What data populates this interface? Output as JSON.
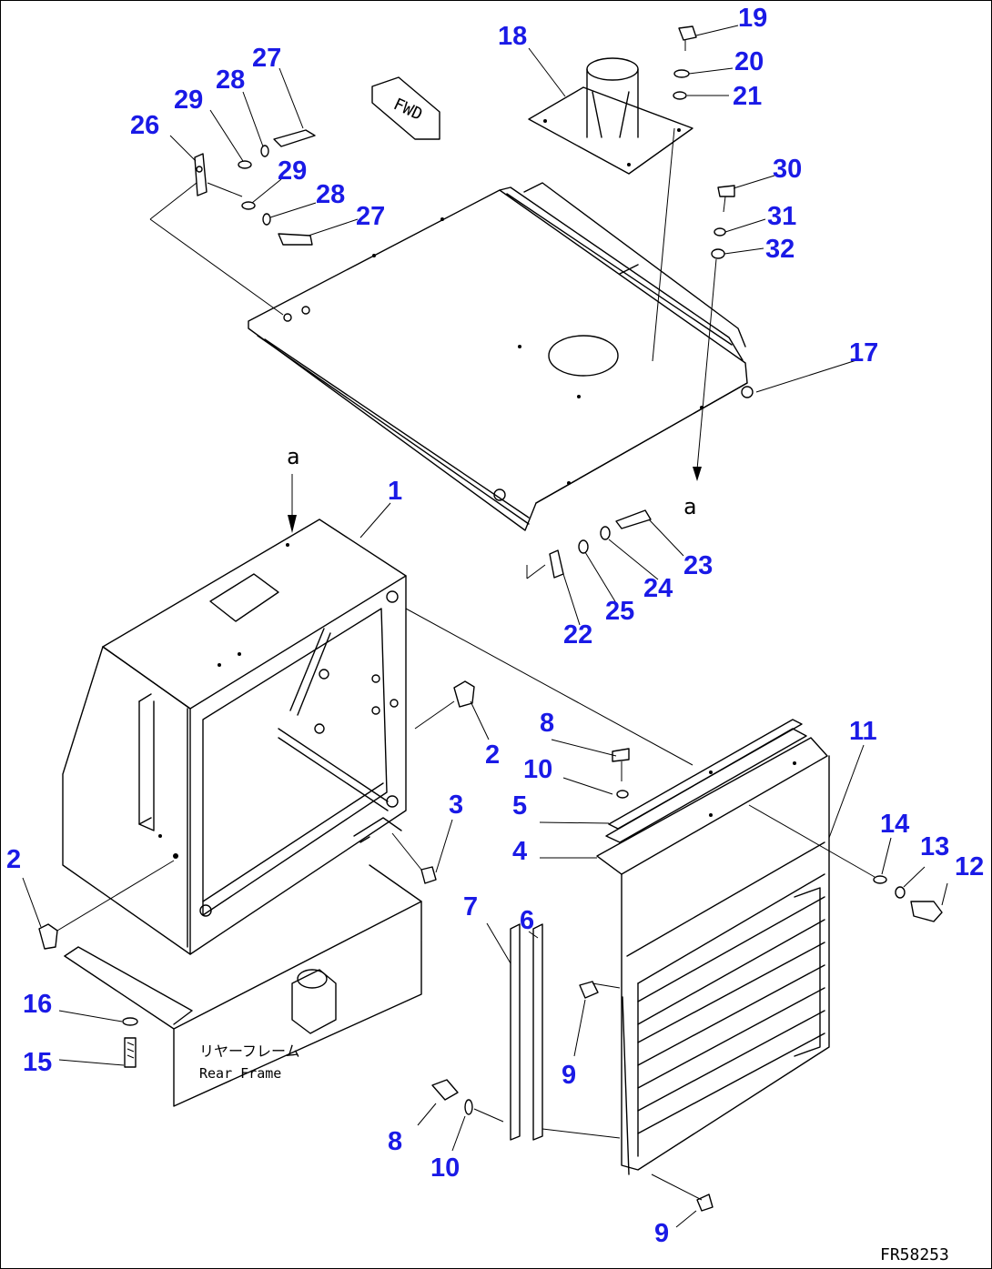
{
  "diagram": {
    "drawing_number": "FR58253",
    "fwd_label": "FWD",
    "reference_mark": "a",
    "rear_frame_label_jp": "リヤーフレーム",
    "rear_frame_label_en": "Rear Frame",
    "callout_color": "#1a1ae6",
    "callouts": [
      "1",
      "2",
      "2",
      "3",
      "4",
      "5",
      "6",
      "7",
      "8",
      "8",
      "9",
      "9",
      "10",
      "10",
      "11",
      "12",
      "13",
      "14",
      "15",
      "16",
      "17",
      "18",
      "19",
      "20",
      "21",
      "22",
      "23",
      "24",
      "25",
      "26",
      "27",
      "27",
      "28",
      "28",
      "29",
      "29",
      "30",
      "31",
      "32"
    ]
  }
}
